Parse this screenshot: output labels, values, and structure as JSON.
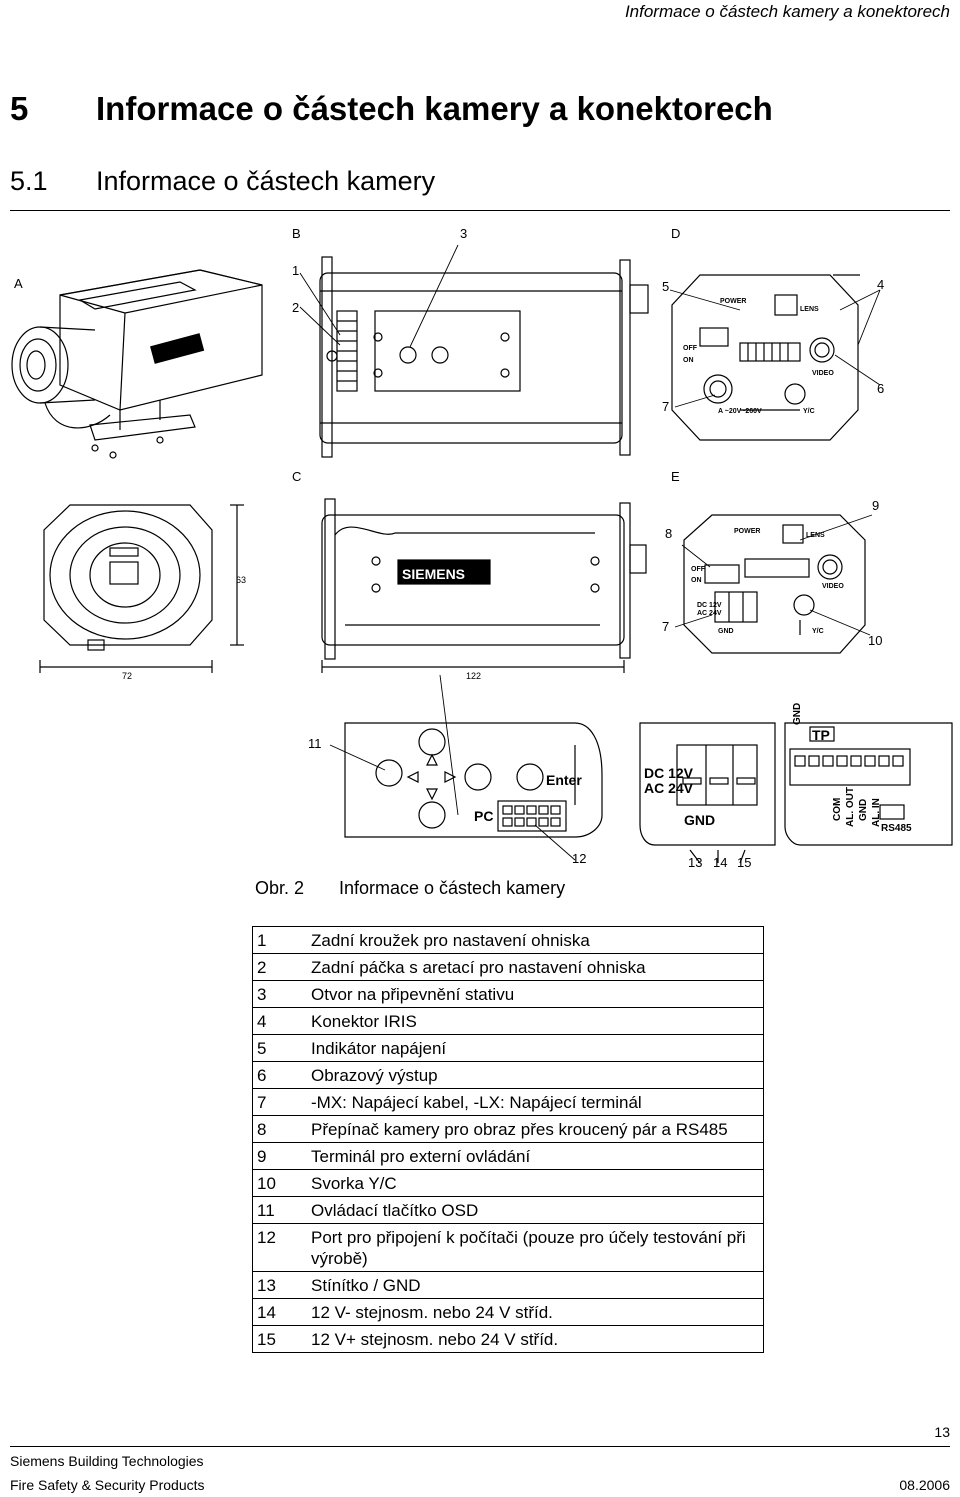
{
  "header": {
    "running_title": "Informace o částech kamery a konektorech"
  },
  "section": {
    "number": "5",
    "title": "Informace o částech kamery a konektorech"
  },
  "subsection": {
    "number": "5.1",
    "title": "Informace o částech kamery"
  },
  "figure": {
    "view_labels": {
      "a": "A",
      "b": "B",
      "c": "C",
      "d": "D",
      "e": "E"
    },
    "callouts": {
      "n1": "1",
      "n2": "2",
      "n3": "3",
      "n4": "4",
      "n5": "5",
      "n6": "6",
      "n7a": "7",
      "n7b": "7",
      "n8": "8",
      "n9": "9",
      "n10": "10",
      "n11": "11",
      "n12": "12",
      "n13": "13",
      "n14": "14",
      "n15": "15"
    },
    "dimensions": {
      "height": "63",
      "width": "72",
      "length": "122"
    },
    "panel_text": {
      "power": "POWER",
      "lens": "LENS",
      "video": "VIDEO",
      "yc": "Y/C",
      "ac": "A  ~20V~260V",
      "off": "OFF",
      "on": "ON",
      "gnd": "GND",
      "tp": "TP",
      "dc": "DC 12V",
      "ac24": "AC 24V",
      "com": "COM",
      "alout": "AL. OUT",
      "alin": "AL. IN",
      "rs485": "RS485",
      "enter": "Enter",
      "pc": "PC",
      "brand": "SIEMENS"
    },
    "caption_label": "Obr. 2",
    "caption_text": "Informace o částech kamery"
  },
  "legend": [
    {
      "n": "1",
      "t": "Zadní kroužek pro nastavení ohniska"
    },
    {
      "n": "2",
      "t": "Zadní páčka s aretací pro nastavení ohniska"
    },
    {
      "n": "3",
      "t": "Otvor na připevnění stativu"
    },
    {
      "n": "4",
      "t": "Konektor IRIS"
    },
    {
      "n": "5",
      "t": "Indikátor napájení"
    },
    {
      "n": "6",
      "t": "Obrazový výstup"
    },
    {
      "n": "7",
      "t": "-MX: Napájecí kabel, -LX: Napájecí terminál"
    },
    {
      "n": "8",
      "t": "Přepínač kamery pro obraz přes kroucený pár a RS485"
    },
    {
      "n": "9",
      "t": "Terminál pro externí ovládání"
    },
    {
      "n": "10",
      "t": "Svorka Y/C"
    },
    {
      "n": "11",
      "t": "Ovládací tlačítko OSD"
    },
    {
      "n": "12",
      "t": "Port pro připojení k počítači (pouze pro účely testování při výrobě)"
    },
    {
      "n": "13",
      "t": "Stínítko / GND"
    },
    {
      "n": "14",
      "t": "12 V- stejnosm. nebo 24 V stříd."
    },
    {
      "n": "15",
      "t": "12 V+ stejnosm. nebo 24 V stříd."
    }
  ],
  "footer": {
    "page_number": "13",
    "company": "Siemens Building Technologies",
    "division": "Fire Safety & Security Products",
    "date": "08.2006"
  }
}
